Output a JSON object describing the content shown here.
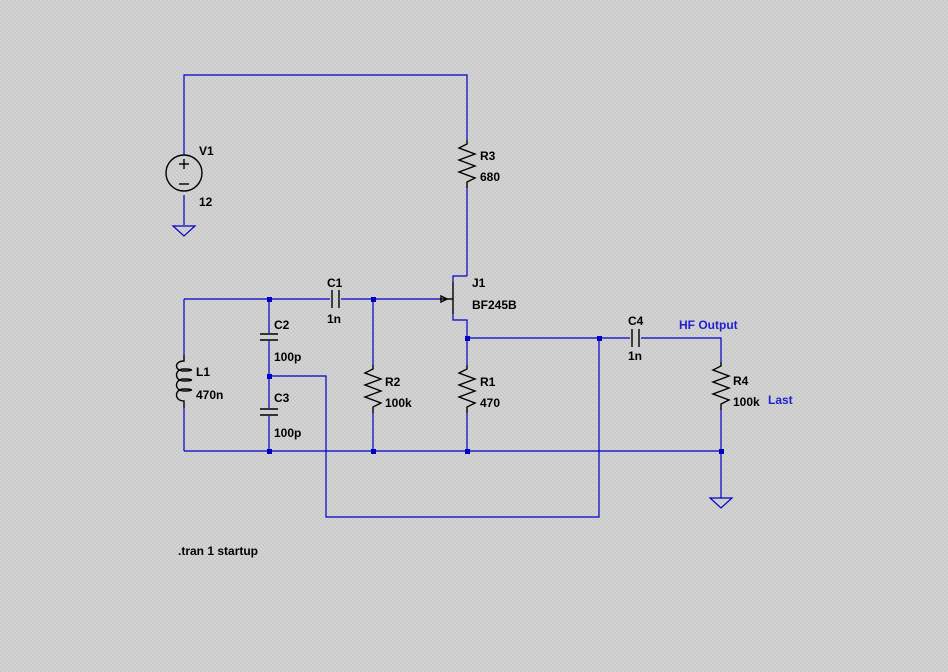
{
  "colors": {
    "wire": "#0000c8",
    "component": "#000000",
    "net_label": "#1f1fd0",
    "background": "#d4d4d4"
  },
  "components": {
    "V1": {
      "name": "V1",
      "value": "12"
    },
    "R3": {
      "name": "R3",
      "value": "680"
    },
    "J1": {
      "name": "J1",
      "value": "BF245B"
    },
    "C1": {
      "name": "C1",
      "value": "1n"
    },
    "C2": {
      "name": "C2",
      "value": "100p"
    },
    "C3": {
      "name": "C3",
      "value": "100p"
    },
    "L1": {
      "name": "L1",
      "value": "470n"
    },
    "R2": {
      "name": "R2",
      "value": "100k"
    },
    "R1": {
      "name": "R1",
      "value": "470"
    },
    "C4": {
      "name": "C4",
      "value": "1n"
    },
    "R4": {
      "name": "R4",
      "value": "100k"
    }
  },
  "net_labels": {
    "hf_output": "HF Output",
    "load": "Last"
  },
  "directive": ".tran 1 startup",
  "icons": {
    "ground": "ground-icon",
    "voltage_source": "voltage-source-icon"
  }
}
